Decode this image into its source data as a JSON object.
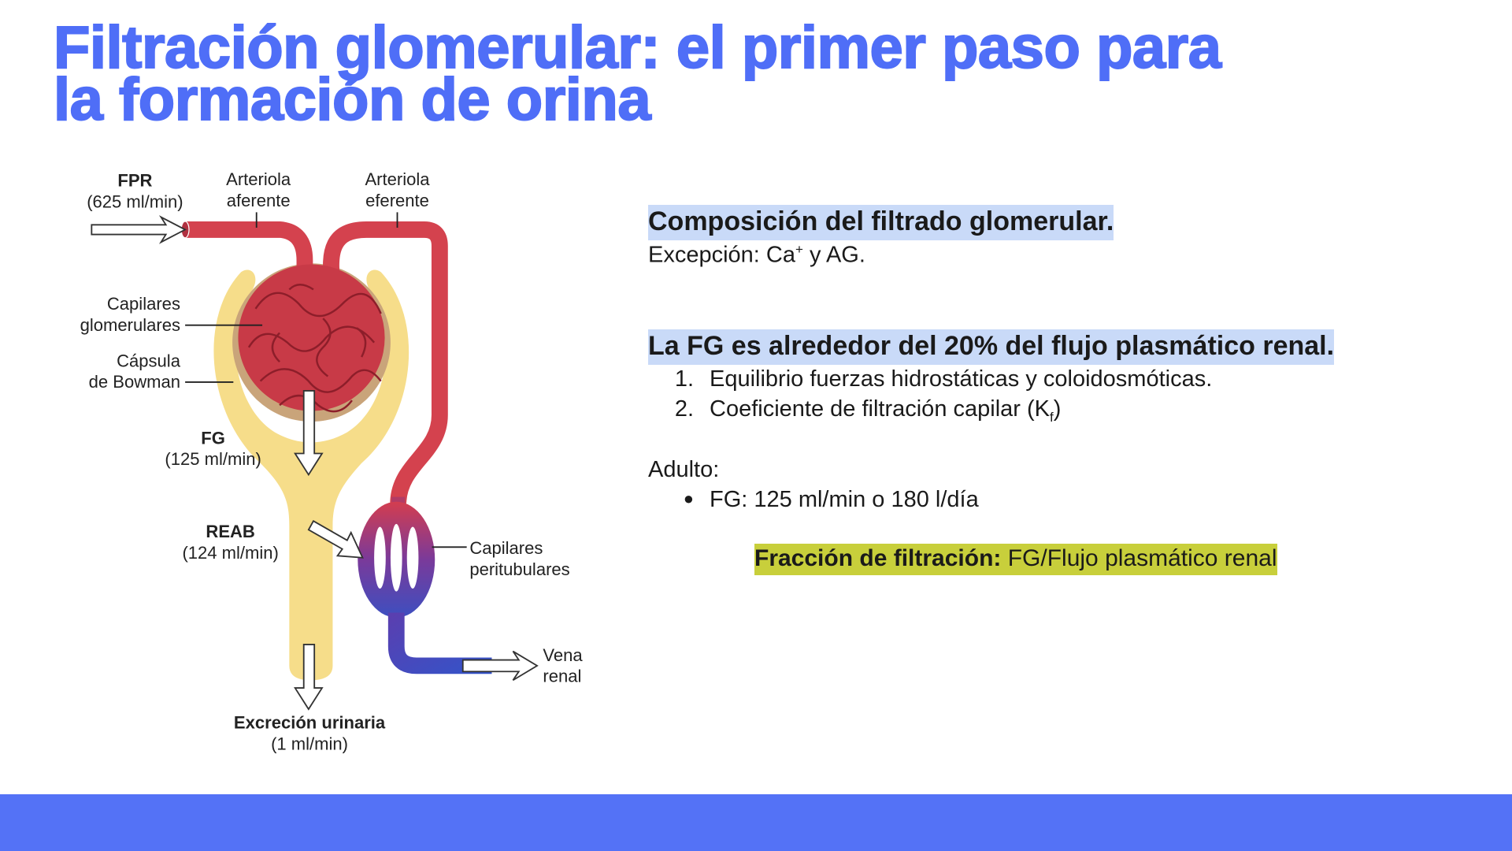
{
  "slide": {
    "title_line1": "Filtración glomerular: el primer paso para",
    "title_line2": "la formación de orina",
    "accent_color": "#4f6ef7",
    "band_color": "#5472f6"
  },
  "diagram": {
    "fpr_label": "FPR",
    "fpr_value": "(625 ml/min)",
    "afferent_1": "Arteriola",
    "afferent_2": "aferente",
    "efferent_1": "Arteriola",
    "efferent_2": "eferente",
    "glom_cap_1": "Capilares",
    "glom_cap_2": "glomerulares",
    "bowman_1": "Cápsula",
    "bowman_2": "de Bowman",
    "fg_label": "FG",
    "fg_value": "(125 ml/min)",
    "reab_label": "REAB",
    "reab_value": "(124 ml/min)",
    "peri_1": "Capilares",
    "peri_2": "peritubulares",
    "vein_1": "Vena",
    "vein_2": "renal",
    "excretion_label": "Excreción urinaria",
    "excretion_value": "(1 ml/min)"
  },
  "content": {
    "heading1": "Composición del filtrado glomerular.",
    "exception_prefix": "Excepción: Ca",
    "exception_sup": "+",
    "exception_suffix": " y AG.",
    "heading2": "La FG es alrededor del 20% del flujo plasmático renal.",
    "list": [
      {
        "num": "1.",
        "text": "Equilibrio fuerzas hidrostáticas y coloidosmóticas."
      },
      {
        "num": "2.",
        "text": "Coeficiente de filtración capilar (K",
        "sub": "f",
        "suffix": ")"
      }
    ],
    "adult_label": "Adulto:",
    "bullet": "●",
    "adult_item": "FG: 125 ml/min o 180 l/día",
    "ff_label": "Fracción de filtración:",
    "ff_text": " FG/Flujo plasmático renal",
    "highlight_blue": "#c9daf8",
    "highlight_green": "#c8cf3b"
  }
}
